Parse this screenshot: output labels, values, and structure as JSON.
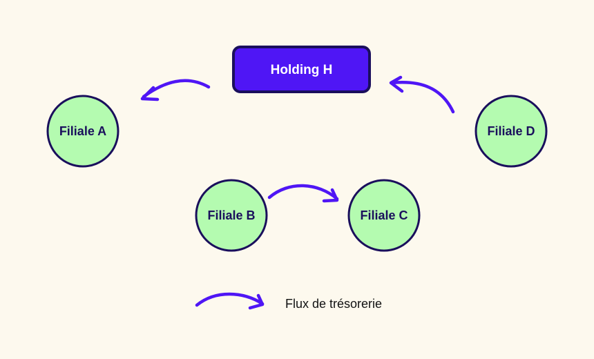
{
  "diagram": {
    "holding": {
      "label": "Holding H"
    },
    "subsidiaries": [
      {
        "id": "A",
        "label": "Filiale A"
      },
      {
        "id": "B",
        "label": "Filiale B"
      },
      {
        "id": "C",
        "label": "Filiale C"
      },
      {
        "id": "D",
        "label": "Filiale D"
      }
    ],
    "flows": [
      {
        "from": "Holding H",
        "to": "Filiale A"
      },
      {
        "from": "Filiale D",
        "to": "Holding H"
      },
      {
        "from": "Filiale B",
        "to": "Filiale C"
      }
    ],
    "legend": {
      "label": "Flux de trésorerie"
    }
  },
  "colors": {
    "background": "#fdf9ee",
    "holding_fill": "#4f16f5",
    "holding_border": "#1a0f5c",
    "subsidiary_fill": "#b4fbb0",
    "subsidiary_border": "#1a0f5c",
    "flow_arrow": "#4f16f5"
  }
}
